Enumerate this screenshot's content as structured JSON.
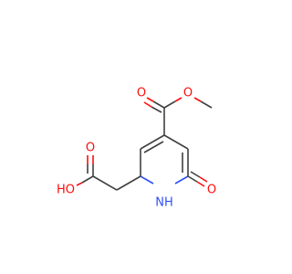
{
  "molecule": {
    "atoms": {
      "ester_carbonyl_o": {
        "text": "O",
        "color": "#ff0d0d"
      },
      "ester_ether_o": {
        "text": "O",
        "color": "#ff0d0d"
      },
      "acid_carbonyl_o": {
        "text": "O",
        "color": "#ff0d0d"
      },
      "acid_hydroxyl": {
        "text": "HO",
        "color": "#ff0d0d"
      },
      "ring_nh": {
        "text": "NH",
        "color": "#3050f8"
      },
      "lactam_o": {
        "text": "O",
        "color": "#ff0d0d"
      }
    },
    "colors": {
      "carbon_bond": "#404040",
      "oxygen": "#ff0d0d",
      "nitrogen": "#3050f8"
    }
  }
}
